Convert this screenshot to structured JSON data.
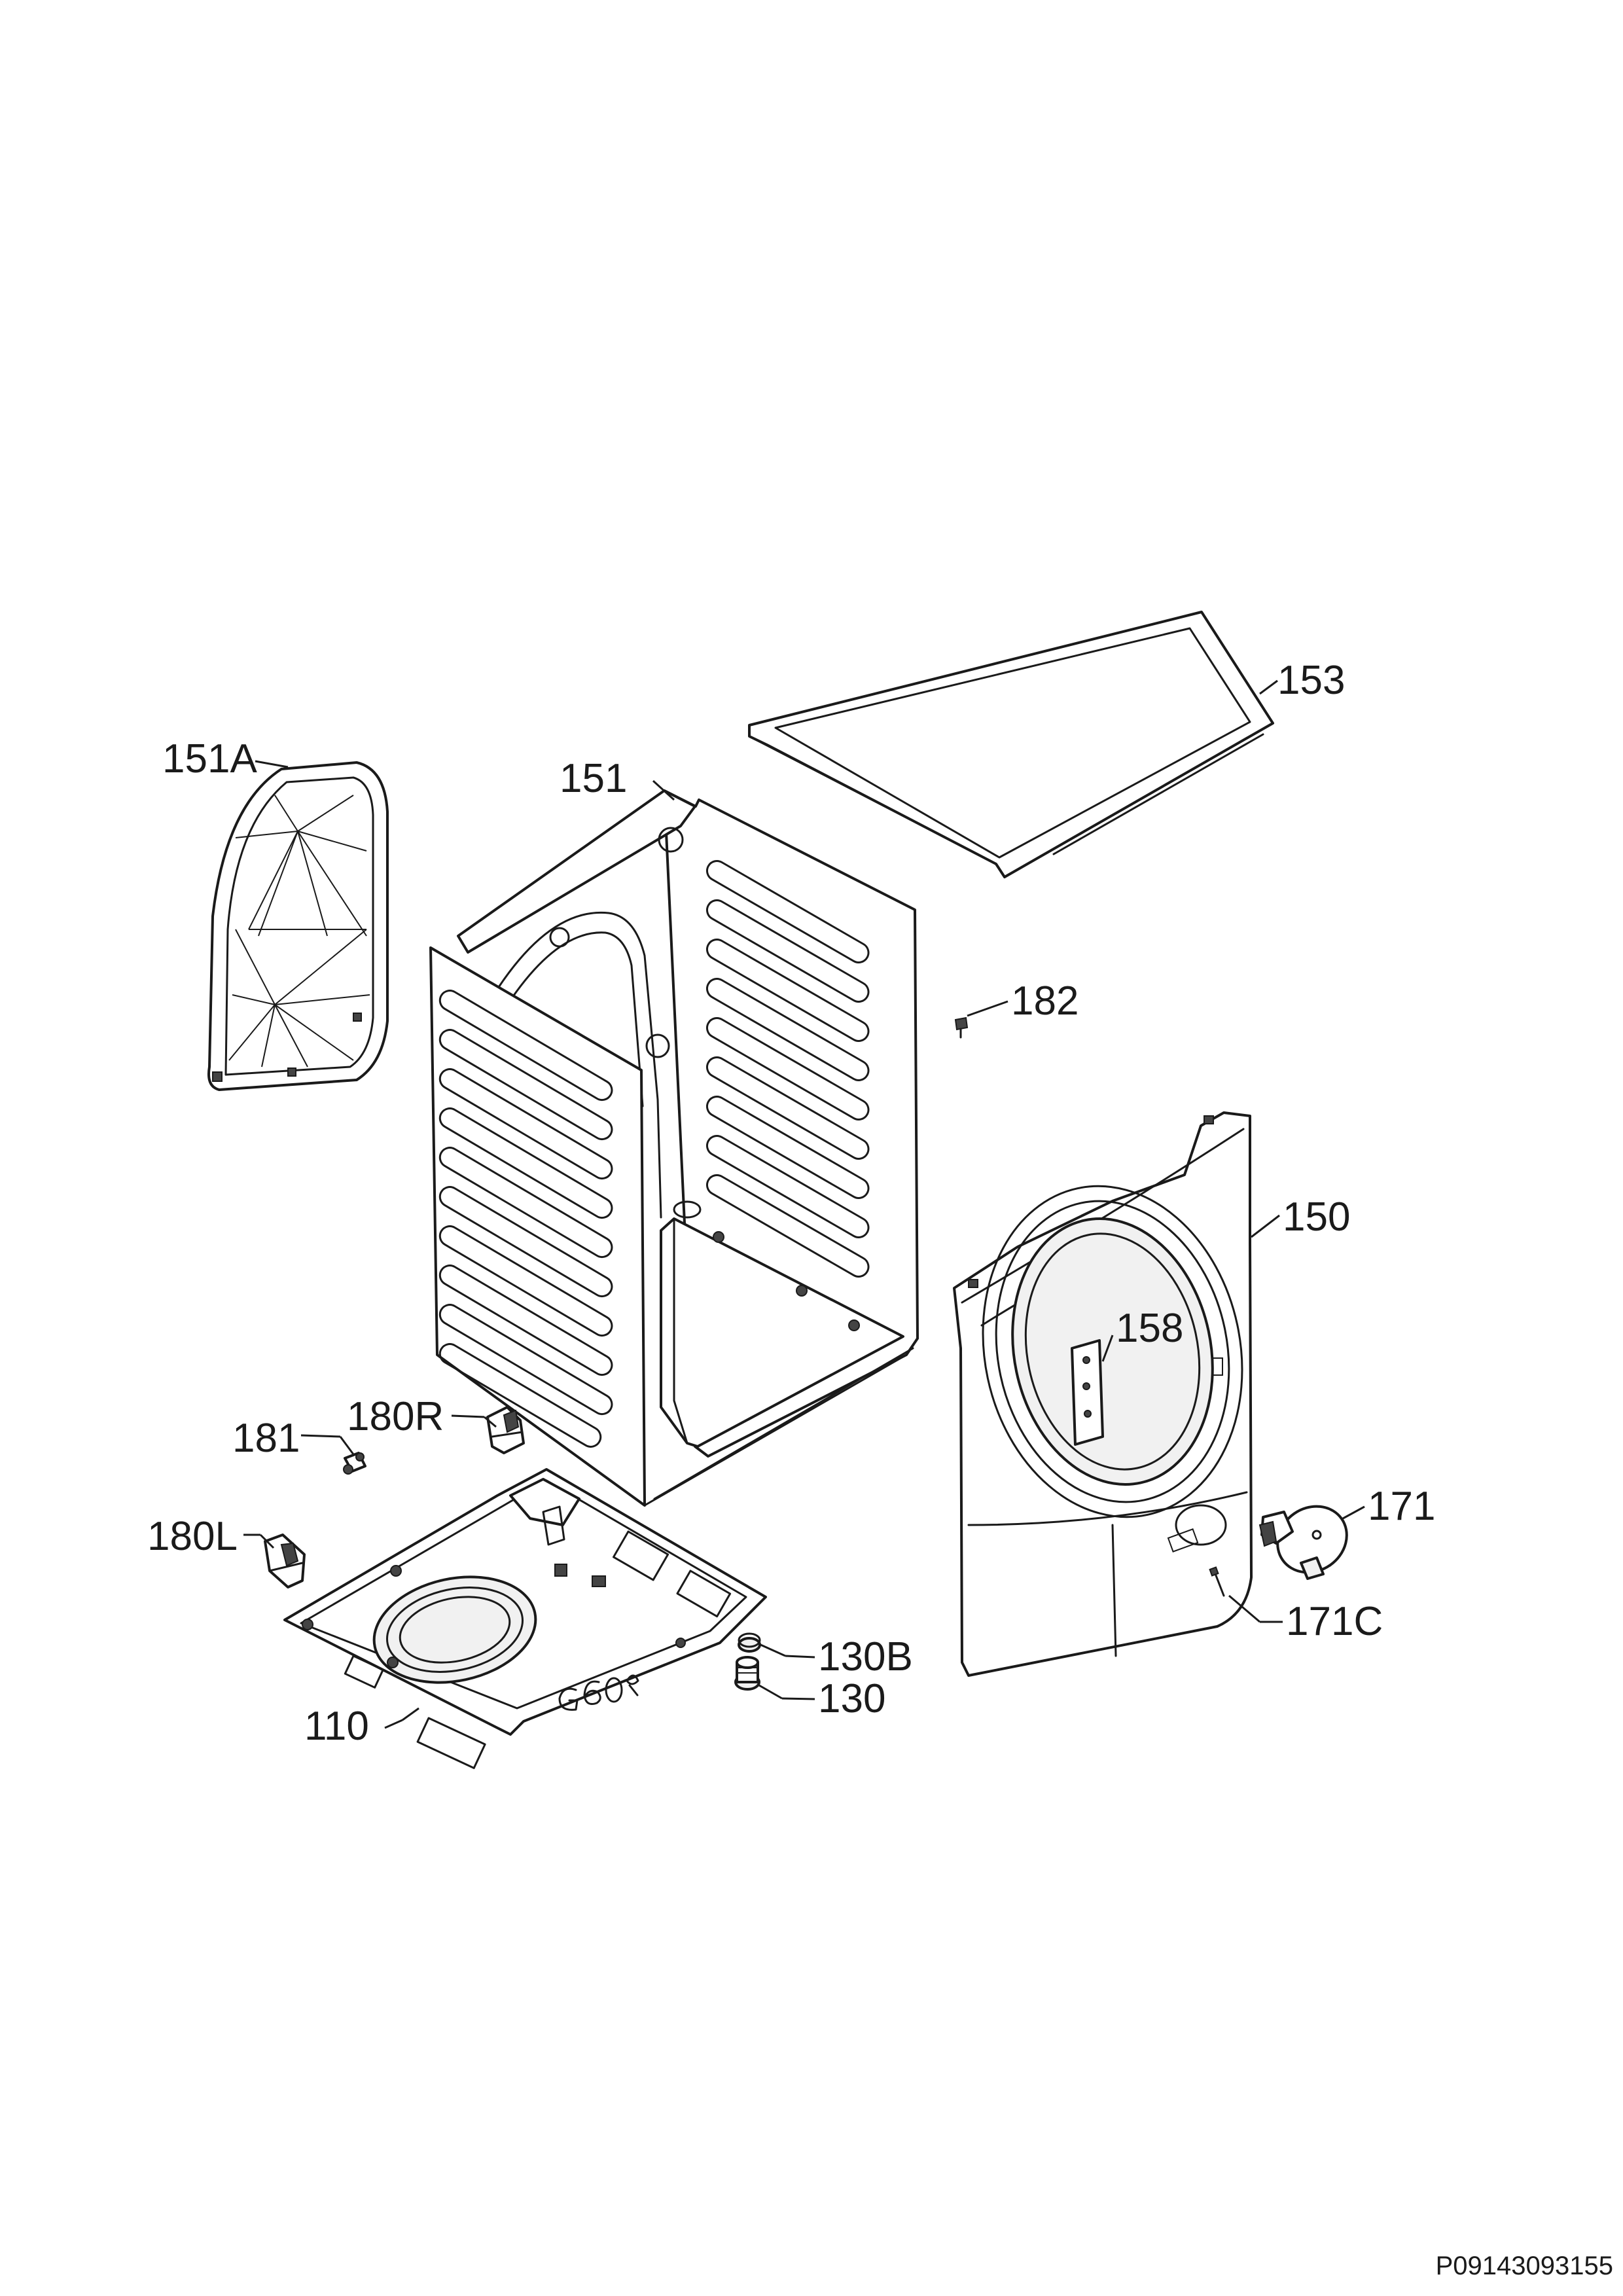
{
  "diagram": {
    "document_id": "P09143093155",
    "callouts": {
      "p153": "153",
      "p151A": "151A",
      "p151": "151",
      "p182": "182",
      "p150": "150",
      "p158": "158",
      "p181": "181",
      "p180R": "180R",
      "p180L": "180L",
      "p171": "171",
      "p171C": "171C",
      "p130B": "130B",
      "p130": "130",
      "p110": "110"
    }
  },
  "colors": {
    "line": "#1a1a1a",
    "panel_fill": "#f1f1f1",
    "background": "#ffffff"
  }
}
